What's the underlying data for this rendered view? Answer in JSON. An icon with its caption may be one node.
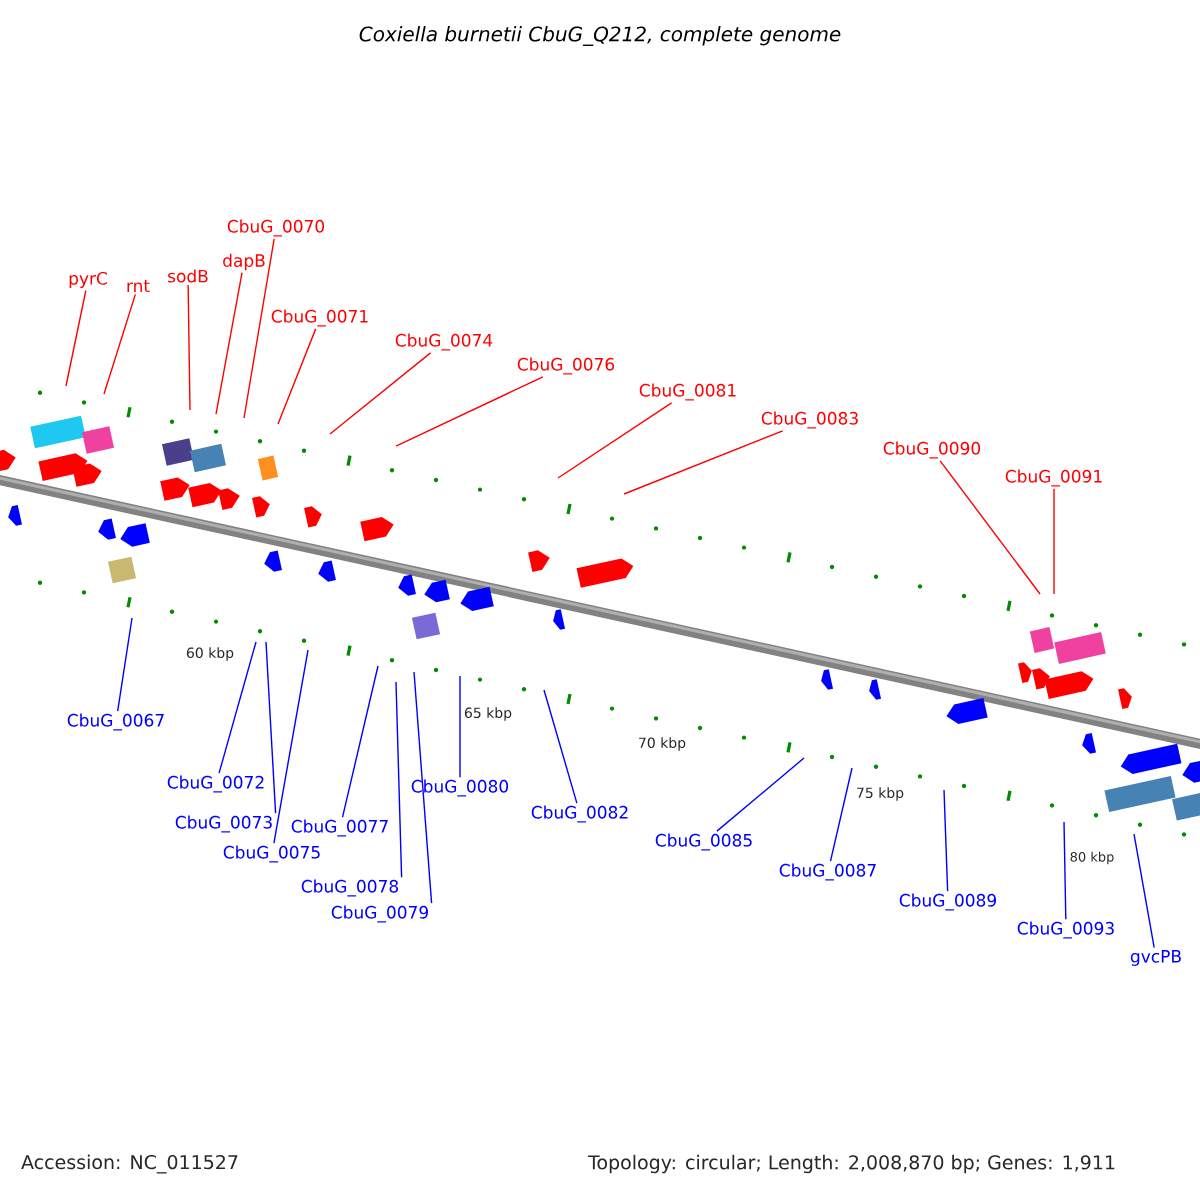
{
  "diagram": {
    "title": "Coxiella burnetii CbuG_Q212, complete genome",
    "nodes": [
      {
        "text": [
          "pyrC"
        ]
      },
      {
        "text": [
          "rnt"
        ]
      },
      {
        "text": [
          "sodB"
        ]
      },
      {
        "text": [
          "dapB"
        ]
      },
      {
        "text": [
          "CbuG_0070"
        ]
      },
      {
        "text": [
          "CbuG_0071"
        ]
      },
      {
        "text": [
          "CbuG_0074"
        ]
      },
      {
        "text": [
          "CbuG_0076"
        ]
      },
      {
        "text": [
          "CbuG_0081"
        ]
      },
      {
        "text": [
          "CbuG_0083"
        ]
      },
      {
        "text": [
          "CbuG_0090"
        ]
      },
      {
        "text": [
          "CbuG_0091"
        ]
      },
      {
        "text": [
          "CbuG_0067"
        ]
      },
      {
        "text": [
          "CbuG_0072"
        ]
      },
      {
        "text": [
          "CbuG_0073"
        ]
      },
      {
        "text": [
          "CbuG_0075"
        ]
      },
      {
        "text": [
          "CbuG_0077"
        ]
      },
      {
        "text": [
          "CbuG_0078"
        ]
      },
      {
        "text": [
          "CbuG_0079"
        ]
      },
      {
        "text": [
          "CbuG_0080"
        ]
      },
      {
        "text": [
          "CbuG_0082"
        ]
      },
      {
        "text": [
          "CbuG_0085"
        ]
      },
      {
        "text": [
          "CbuG_0087"
        ]
      },
      {
        "text": [
          "CbuG_0089"
        ]
      },
      {
        "text": [
          "CbuG_0093"
        ]
      },
      {
        "text": [
          "gvcPB"
        ]
      }
    ],
    "edges": [
      {
        "from": 0,
        "to": null,
        "arrow": "none",
        "color": "#ff0000"
      },
      {
        "from": 1,
        "to": null,
        "arrow": "none",
        "color": "#ff0000"
      },
      {
        "from": 2,
        "to": null,
        "arrow": "none",
        "color": "#ff0000"
      },
      {
        "from": 3,
        "to": null,
        "arrow": "none",
        "color": "#ff0000"
      },
      {
        "from": 4,
        "to": null,
        "arrow": "none",
        "color": "#ff0000"
      },
      {
        "from": 5,
        "to": null,
        "arrow": "none",
        "color": "#ff0000"
      },
      {
        "from": 6,
        "to": null,
        "arrow": "none",
        "color": "#ff0000"
      },
      {
        "from": 7,
        "to": null,
        "arrow": "none",
        "color": "#ff0000"
      },
      {
        "from": 8,
        "to": null,
        "arrow": "none",
        "color": "#ff0000"
      },
      {
        "from": 9,
        "to": null,
        "arrow": "none",
        "color": "#ff0000"
      },
      {
        "from": 10,
        "to": null,
        "arrow": "none",
        "color": "#ff0000"
      },
      {
        "from": 11,
        "to": null,
        "arrow": "none",
        "color": "#ff0000"
      },
      {
        "from": 12,
        "to": null,
        "arrow": "none",
        "color": "#0000ff"
      },
      {
        "from": 13,
        "to": null,
        "arrow": "none",
        "color": "#0000ff"
      },
      {
        "from": 14,
        "to": null,
        "arrow": "none",
        "color": "#0000ff"
      },
      {
        "from": 15,
        "to": null,
        "arrow": "none",
        "color": "#0000ff"
      },
      {
        "from": 16,
        "to": null,
        "arrow": "none",
        "color": "#0000ff"
      },
      {
        "from": 17,
        "to": null,
        "arrow": "none",
        "color": "#0000ff"
      },
      {
        "from": 18,
        "to": null,
        "arrow": "none",
        "color": "#0000ff"
      },
      {
        "from": 19,
        "to": null,
        "arrow": "none",
        "color": "#0000ff"
      },
      {
        "from": 20,
        "to": null,
        "arrow": "none",
        "color": "#0000ff"
      },
      {
        "from": 21,
        "to": null,
        "arrow": "none",
        "color": "#0000ff"
      },
      {
        "from": 22,
        "to": null,
        "arrow": "none",
        "color": "#0000ff"
      },
      {
        "from": 23,
        "to": null,
        "arrow": "none",
        "color": "#0000ff"
      },
      {
        "from": 24,
        "to": null,
        "arrow": "none",
        "color": "#0000ff"
      },
      {
        "from": 25,
        "to": null,
        "arrow": "none",
        "color": "#0000ff"
      }
    ],
    "labels": [
      "60 kbp",
      "65 kbp",
      "70 kbp",
      "75 kbp",
      "80 kbp",
      "Accession: NC_011527",
      "Topology: circular; Length: 2,008,870 bp; Genes: 1,911"
    ]
  }
}
